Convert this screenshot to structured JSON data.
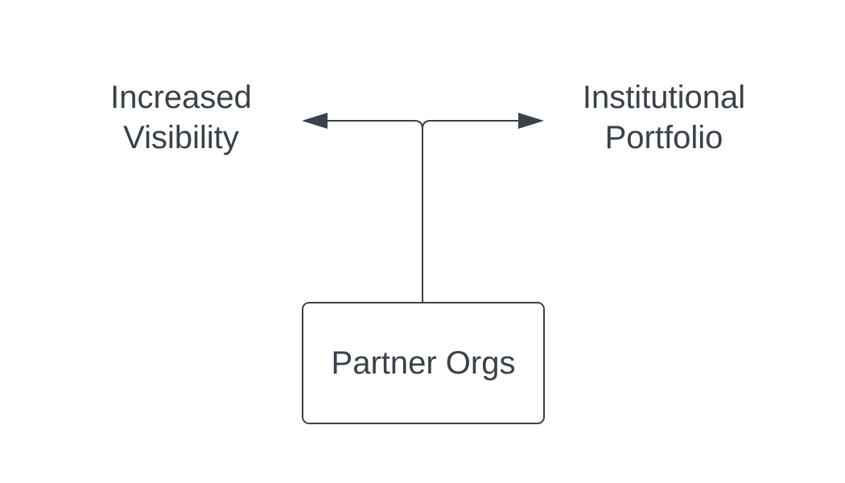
{
  "diagram": {
    "nodes": {
      "source": {
        "label": "Partner Orgs"
      },
      "left_target": {
        "line1": "Increased",
        "line2": "Visibility"
      },
      "right_target": {
        "line1": "Institutional",
        "line2": "Portfolio"
      }
    },
    "edges": [
      {
        "from": "source",
        "to": "left_target"
      },
      {
        "from": "source",
        "to": "right_target"
      }
    ],
    "colors": {
      "stroke": "#3a414a",
      "text": "#3a414a",
      "background": "#ffffff"
    }
  }
}
